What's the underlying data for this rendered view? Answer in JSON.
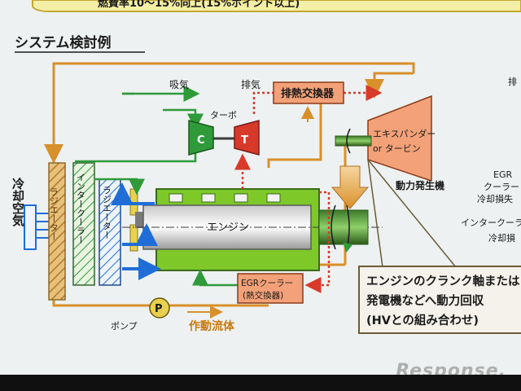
{
  "header": {
    "title": "燃費率10〜15%向上(15%ポイント以上)"
  },
  "section_title": "システム検討例",
  "side_label": "冷却空気",
  "components": {
    "intercooler": "インタークーラー",
    "radiator": "ラジエーター",
    "radiator_left_text": "ラジエーター",
    "engine": "エンジン",
    "turbo": "ターボ",
    "turbo_compressor": "C",
    "turbo_turbine": "T",
    "exhaust_hx": "排熱交換器",
    "egr_cooler_line1": "EGRクーラー",
    "egr_cooler_line2": "(熱交換器)",
    "expander_line1": "エキスパンダー",
    "expander_line2": "or タービン",
    "pump_symbol": "P"
  },
  "labels": {
    "intake": "吸気",
    "exhaust": "排気",
    "pump": "ポンプ",
    "working_fluid": "作動流体",
    "power_generator": "動力発生機"
  },
  "callout": {
    "line1": "エンジンのクランク軸または",
    "line2": "発電機などへ動力回収",
    "line3": "(HVとの組み合わせ)"
  },
  "right_cutoff": {
    "exhaust_loss": "排",
    "egr_cooler": "EGR",
    "egr_cooler2": "クーラー",
    "cooling_loss": "冷却損失",
    "intercooler": "インタークーラ",
    "cooling_loss2": "冷却損"
  },
  "watermark": "Response.",
  "colors": {
    "working_fluid": "#d8902a",
    "intake": "#2f9a3a",
    "exhaust": "#d83a2a",
    "coolant": "#1f6ed8",
    "engine": "#7ec82a",
    "exchanger": "#f3a178"
  }
}
